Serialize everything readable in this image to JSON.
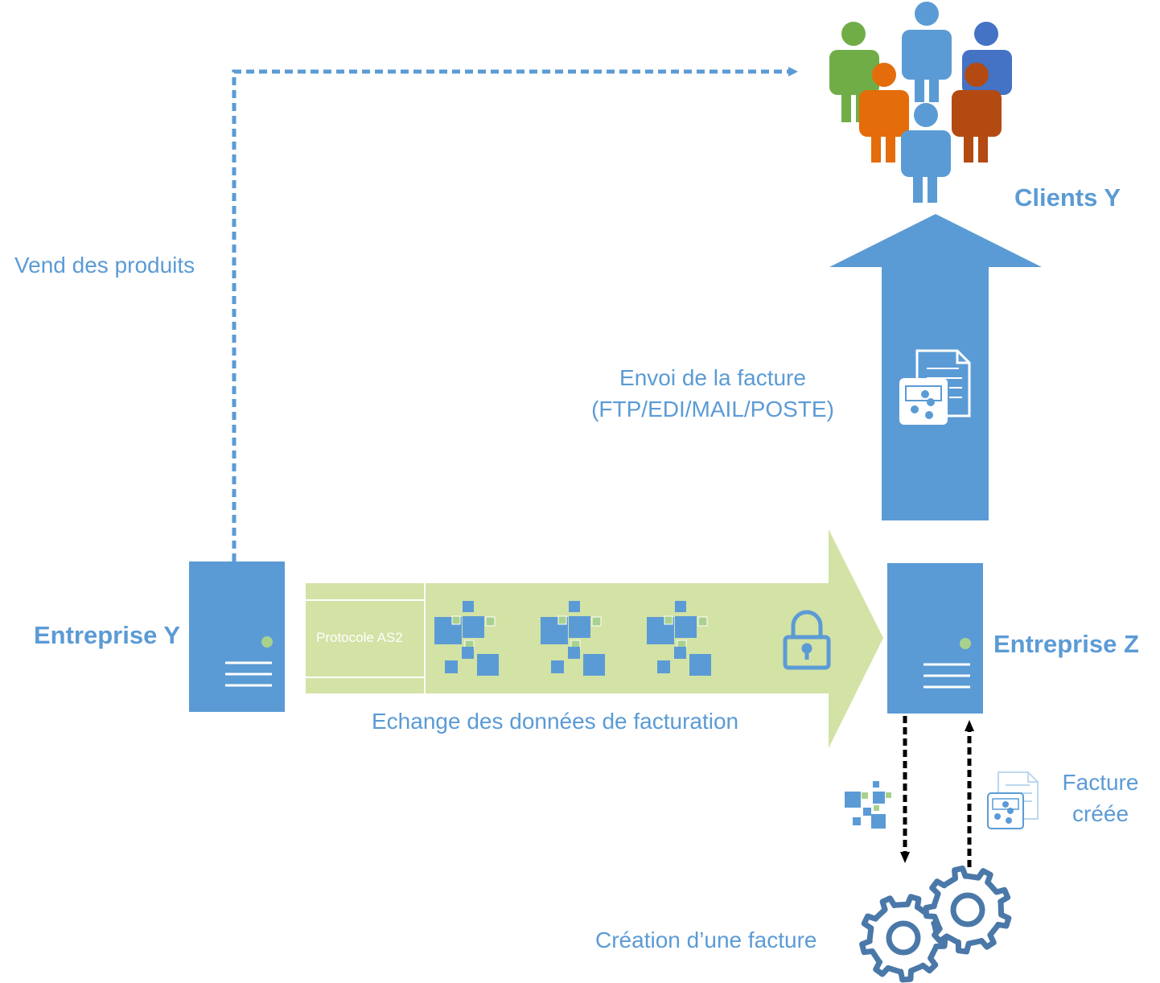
{
  "diagram": {
    "labels": {
      "vend_des_produits": "Vend des produits",
      "clients_y": "Clients Y",
      "envoi_line1": "Envoi de la facture",
      "envoi_line2": "(FTP/EDI/MAIL/POSTE)",
      "entreprise_y": "Entreprise Y",
      "entreprise_z": "Entreprise Z",
      "protocole": "Protocole AS2",
      "echange": "Echange des données de facturation",
      "facture_line1": "Facture",
      "facture_line2": "créée",
      "creation": "Création d’une facture"
    },
    "colors": {
      "primary_blue": "#5b9bd5",
      "light_green": "#d3e2a5",
      "accent_green": "#a9d18e",
      "person_green": "#70ad47",
      "person_orange": "#e46c0a",
      "person_dark_orange": "#b34a11",
      "person_dark_blue": "#4472c4",
      "gear_blue": "#4a78a8",
      "black": "#000000"
    },
    "icons": [
      "people-group-icon",
      "server-icon",
      "invoice-document-icon",
      "padlock-icon",
      "data-blocks-icon",
      "gear-icon"
    ]
  }
}
